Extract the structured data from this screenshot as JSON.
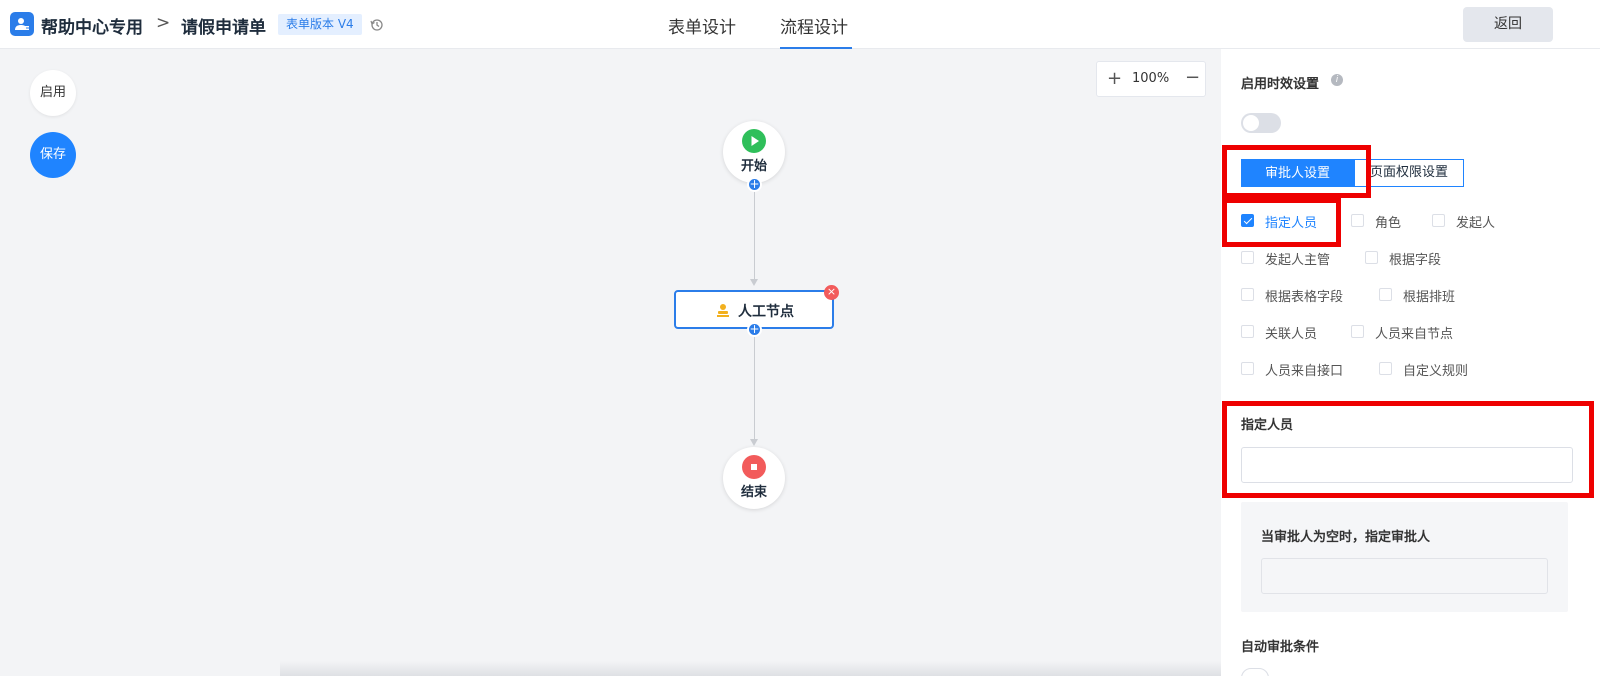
{
  "header": {
    "breadcrumb_root": "帮助中心专用",
    "breadcrumb_sep": ">",
    "breadcrumb_page": "请假申请单",
    "version_tag": "表单版本 V4",
    "history_icon": "history-icon",
    "tabs": [
      {
        "label": "表单设计",
        "active": false
      },
      {
        "label": "流程设计",
        "active": true
      }
    ],
    "back_label": "返回"
  },
  "canvas": {
    "enable_label": "启用",
    "save_label": "保存",
    "zoom_in": "+",
    "zoom_level": "100%",
    "zoom_out": "−",
    "nodes": {
      "start": "开始",
      "manual": "人工节点",
      "end": "结束"
    }
  },
  "panel": {
    "timing_label": "启用时效设置",
    "timing_enabled": false,
    "seg_tabs": [
      {
        "label": "审批人设置",
        "active": true
      },
      {
        "label": "页面权限设置",
        "active": false
      }
    ],
    "approver_types": [
      {
        "label": "指定人员",
        "checked": true
      },
      {
        "label": "角色",
        "checked": false
      },
      {
        "label": "发起人",
        "checked": false
      },
      {
        "label": "发起人主管",
        "checked": false
      },
      {
        "label": "根据字段",
        "checked": false
      },
      {
        "label": "根据表格字段",
        "checked": false
      },
      {
        "label": "根据排班",
        "checked": false
      },
      {
        "label": "关联人员",
        "checked": false
      },
      {
        "label": "人员来自节点",
        "checked": false
      },
      {
        "label": "人员来自接口",
        "checked": false
      },
      {
        "label": "自定义规则",
        "checked": false
      }
    ],
    "assignee_label": "指定人员",
    "assignee_value": "",
    "empty_approver_label": "当审批人为空时，指定审批人",
    "empty_approver_value": "",
    "auto_approve_label": "自动审批条件"
  },
  "colors": {
    "accent": "#1f84ff",
    "start_node": "#2fbf5a",
    "end_node": "#f25b5b",
    "annotation": "#ee0000"
  }
}
